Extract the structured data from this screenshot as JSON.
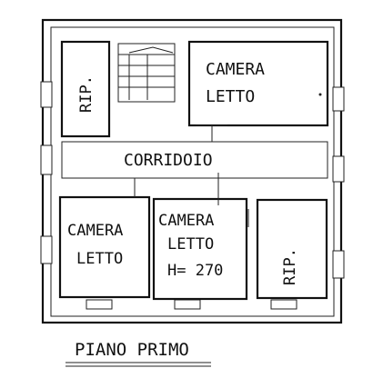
{
  "plan": {
    "rooms": [
      {
        "id": "rip-left",
        "label": "RIP."
      },
      {
        "id": "camera-letto-top",
        "lines": [
          "CAMERA",
          "LETTO"
        ]
      },
      {
        "id": "corridoio",
        "label": "CORRIDOIO"
      },
      {
        "id": "camera-letto-bottom-left",
        "lines": [
          "CAMERA",
          "LETTO"
        ]
      },
      {
        "id": "camera-letto-bottom-mid",
        "lines": [
          "CAMERA",
          "LETTO",
          "H= 270"
        ]
      },
      {
        "id": "rip-right",
        "label": "RIP."
      }
    ],
    "caption": "PIANO PRIMO"
  }
}
